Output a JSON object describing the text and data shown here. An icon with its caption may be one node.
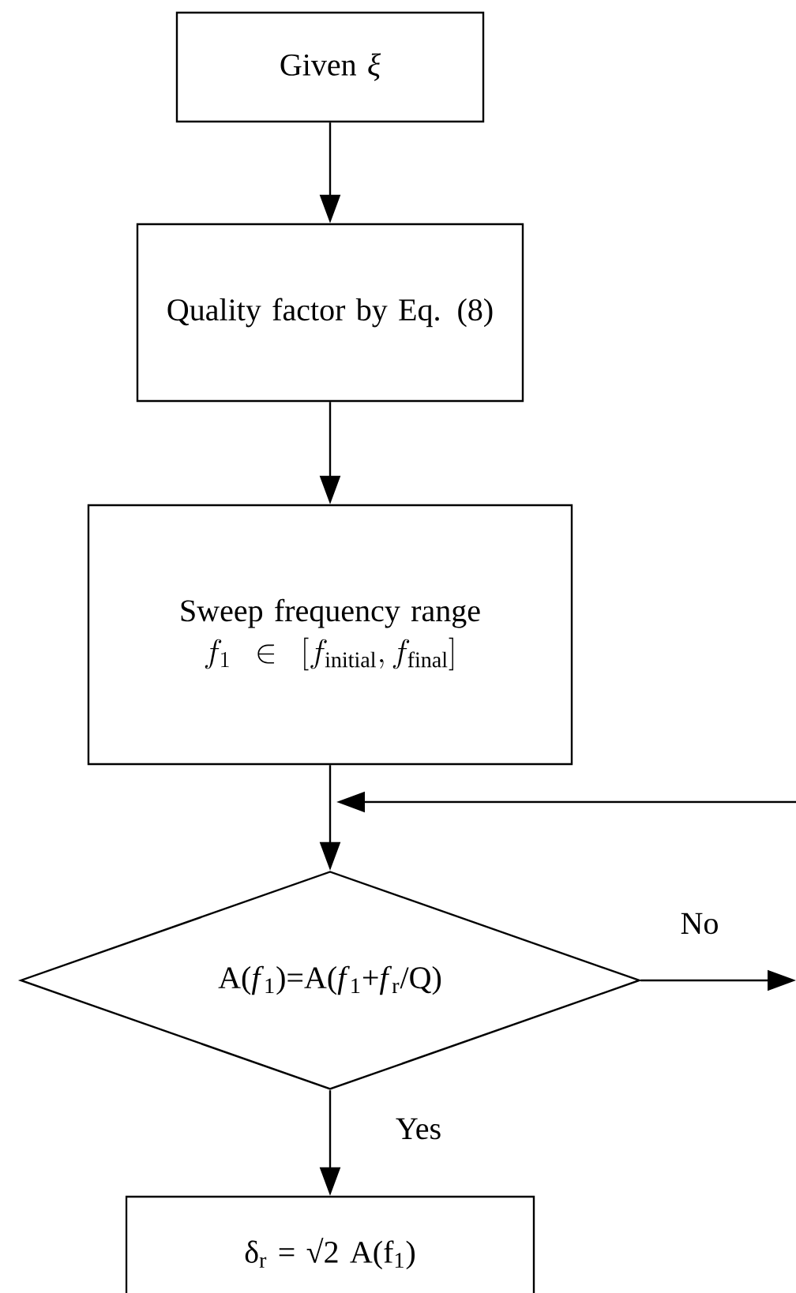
{
  "diagram": {
    "nodes": [
      {
        "text": [
          "Given *ξ*"
        ]
      },
      {
        "text": [
          "Quality factor by Eq. (8)"
        ]
      },
      {
        "text": [
          "Sweep frequency range",
          "f_{1}\\in[f_{\\mathrm{initial}}, f_{\\mathrm{final}}]"
        ]
      },
      {
        "text": [
          "A(*f*$_{1}$)=A(*f*$_{1}$+*f*$_{r}$/Q)"
        ]
      },
      {
        "text": [
          "δ$_{r}$ = √2 A(f$_{1}$)"
        ]
      }
    ],
    "edges": [
      {
        "from": 0,
        "to": 1,
        "arrow": "to"
      },
      {
        "from": 1,
        "to": 2,
        "arrow": "to"
      },
      {
        "from": 2,
        "to": 3,
        "arrow": "to"
      },
      {
        "from": 3,
        "to": 4,
        "arrow": "to",
        "label": "Yes"
      },
      {
        "from": 3,
        "to": null,
        "arrow": "to",
        "label": "No"
      },
      {
        "from": null,
        "to": 3,
        "arrow": "to"
      }
    ]
  }
}
